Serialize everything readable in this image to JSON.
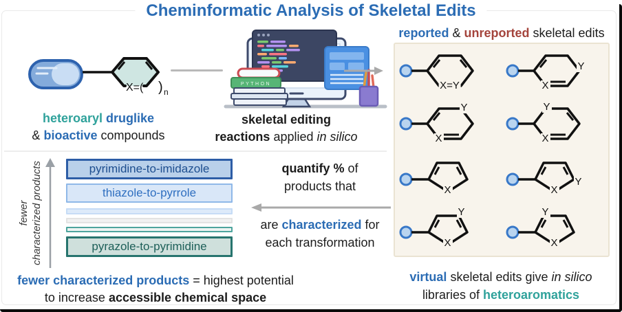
{
  "title": "Cheminformatic Analysis of Skeletal Edits",
  "colors": {
    "title_blue": "#2b6cb4",
    "accent_teal": "#2fa29b",
    "accent_red": "#a4443c",
    "panel_cream": "#f8f4ec",
    "arrow_gray": "#a9a9a9"
  },
  "left_compound": {
    "ring_label_x": "X=(",
    "ring_label_paren": ")",
    "ring_label_sub": "n",
    "caption": {
      "teal": "heteroaryl",
      "blue": "druglike",
      "amp": "&",
      "blue2": "bioactive",
      "rest": "compounds"
    }
  },
  "computer": {
    "book_label": "PYTHON",
    "caption": {
      "line1_bold": "skeletal editing",
      "bold2": "reactions",
      "mid": "applied",
      "italic": "in silico"
    }
  },
  "right_panel": {
    "header": {
      "blue": "reported",
      "amp": "&",
      "red": "unreported",
      "rest": "skeletal edits"
    },
    "molecules": [
      {
        "ring": "hexagon",
        "bottom": "X=Y"
      },
      {
        "ring": "hexagon",
        "bottom": "X",
        "right": "Y"
      },
      {
        "ring": "hexagon",
        "bottom": "X",
        "top": "Y"
      },
      {
        "ring": "hexagon",
        "bottom": "X",
        "top": "Y"
      },
      {
        "ring": "pentagon",
        "bottom": "X"
      },
      {
        "ring": "pentagon",
        "bottom": "X",
        "right": "Y"
      },
      {
        "ring": "pentagon",
        "bottom": "X",
        "top": "Y"
      },
      {
        "ring": "pentagon",
        "bottom": "X",
        "top": "Y"
      }
    ],
    "caption": {
      "blue": "virtual",
      "mid": "skeletal edits give",
      "italic": "in silico",
      "line2": "libraries of",
      "teal": "heteroaromatics"
    }
  },
  "chart": {
    "type": "bar",
    "axis_label": {
      "line1": "fewer",
      "line2": "characterized products"
    },
    "bars": [
      {
        "label": "pyrimidine-to-imidazole",
        "fill": "#b9d0ea",
        "border": "#2d5da6"
      },
      {
        "label": "thiazole-to-pyrrole",
        "fill": "#d9e7f8",
        "border": "#8fb8e8"
      },
      {
        "label": "",
        "fill": "#ddeafa",
        "border": "#c6dcf6"
      },
      {
        "label": "",
        "fill": "#f1f1f1",
        "border": "#e3e3e3"
      },
      {
        "label": "",
        "fill": "#edf4f2",
        "border": "#4da49d"
      },
      {
        "label": "pyrazole-to-pyrimidine",
        "fill": "#cfe0dc",
        "border": "#27746e"
      }
    ]
  },
  "transfer_note": {
    "line1_bold": "quantify %",
    "line1_rest": "of",
    "line2": "products that",
    "line3_pre": "are",
    "line3_blue": "characterized",
    "line3_post": "for",
    "line4": "each transformation"
  },
  "footer_left": {
    "blue": "fewer characterized products",
    "rest1": "= highest potential",
    "line2_pre": "to increase",
    "bold": "accessible chemical space"
  }
}
